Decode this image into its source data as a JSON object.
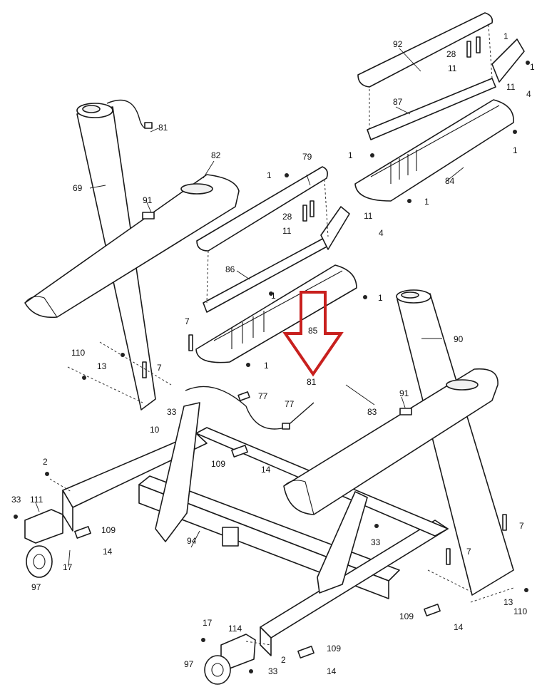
{
  "callouts": [
    {
      "id": "c92",
      "text": "92"
    },
    {
      "id": "c87",
      "text": "87"
    },
    {
      "id": "c84",
      "text": "84"
    },
    {
      "id": "c28a",
      "text": "28"
    },
    {
      "id": "c11a",
      "text": "11"
    },
    {
      "id": "c11b",
      "text": "11"
    },
    {
      "id": "c1a",
      "text": "1"
    },
    {
      "id": "c4a",
      "text": "4"
    },
    {
      "id": "c1b",
      "text": "1"
    },
    {
      "id": "c1c",
      "text": "1"
    },
    {
      "id": "c1d",
      "text": "1"
    },
    {
      "id": "c1e",
      "text": "1"
    },
    {
      "id": "c81a",
      "text": "81"
    },
    {
      "id": "c69",
      "text": "69"
    },
    {
      "id": "c82",
      "text": "82"
    },
    {
      "id": "c91a",
      "text": "91"
    },
    {
      "id": "c79",
      "text": "79"
    },
    {
      "id": "c1f",
      "text": "1"
    },
    {
      "id": "c28b",
      "text": "28"
    },
    {
      "id": "c11c",
      "text": "11"
    },
    {
      "id": "c11d",
      "text": "11"
    },
    {
      "id": "c4b",
      "text": "4"
    },
    {
      "id": "c86",
      "text": "86"
    },
    {
      "id": "c1g",
      "text": "1"
    },
    {
      "id": "c1h",
      "text": "1"
    },
    {
      "id": "c85",
      "text": "85"
    },
    {
      "id": "c1i",
      "text": "1"
    },
    {
      "id": "c7a",
      "text": "7"
    },
    {
      "id": "c110a",
      "text": "110"
    },
    {
      "id": "c13a",
      "text": "13"
    },
    {
      "id": "c7b",
      "text": "7"
    },
    {
      "id": "c90",
      "text": "90"
    },
    {
      "id": "c81b",
      "text": "81"
    },
    {
      "id": "c77a",
      "text": "77"
    },
    {
      "id": "c77b",
      "text": "77"
    },
    {
      "id": "c33a",
      "text": "33"
    },
    {
      "id": "c10",
      "text": "10"
    },
    {
      "id": "c91b",
      "text": "91"
    },
    {
      "id": "c83",
      "text": "83"
    },
    {
      "id": "c109a",
      "text": "109"
    },
    {
      "id": "c14a",
      "text": "14"
    },
    {
      "id": "c2a",
      "text": "2"
    },
    {
      "id": "c33b",
      "text": "33"
    },
    {
      "id": "c111",
      "text": "111"
    },
    {
      "id": "c109b",
      "text": "109"
    },
    {
      "id": "c14b",
      "text": "14"
    },
    {
      "id": "c94",
      "text": "94"
    },
    {
      "id": "c17a",
      "text": "17"
    },
    {
      "id": "c97a",
      "text": "97"
    },
    {
      "id": "c33c",
      "text": "33"
    },
    {
      "id": "c7c",
      "text": "7"
    },
    {
      "id": "c7d",
      "text": "7"
    },
    {
      "id": "c13b",
      "text": "13"
    },
    {
      "id": "c110b",
      "text": "110"
    },
    {
      "id": "c109c",
      "text": "109"
    },
    {
      "id": "c14c",
      "text": "14"
    },
    {
      "id": "c17b",
      "text": "17"
    },
    {
      "id": "c114",
      "text": "114"
    },
    {
      "id": "c109d",
      "text": "109"
    },
    {
      "id": "c2b",
      "text": "2"
    },
    {
      "id": "c97b",
      "text": "97"
    },
    {
      "id": "c33d",
      "text": "33"
    },
    {
      "id": "c14d",
      "text": "14"
    }
  ],
  "colors": {
    "line": "#1a1a1a",
    "highlight_arrow": "#c8201e",
    "background": "#ffffff"
  }
}
